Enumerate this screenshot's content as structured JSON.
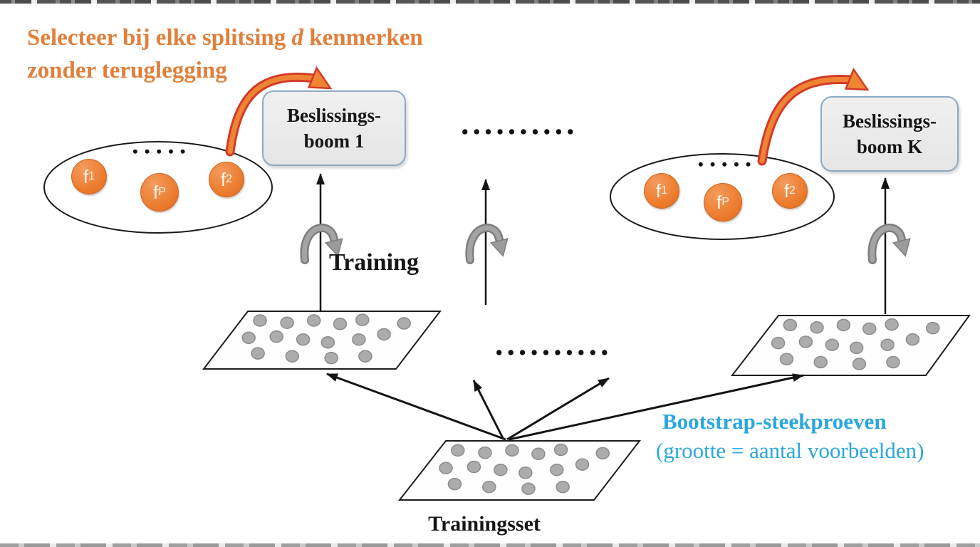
{
  "heading": {
    "line1_pre": "Selecteer bij elke splitsing ",
    "line1_em": "d",
    "line1_post": " kenmerken",
    "line2": "zonder teruglegging"
  },
  "boxes": {
    "tree1": {
      "line1": "Beslissings-",
      "line2": "boom 1"
    },
    "treeK": {
      "line1": "Beslissings-",
      "line2": "boom K"
    }
  },
  "features_left": {
    "dots": "•••••",
    "f1": {
      "base": "f",
      "sub": "1"
    },
    "fp": {
      "base": "f",
      "sub": "P"
    },
    "f2": {
      "base": "f",
      "sub": "2"
    }
  },
  "features_right": {
    "dots": "•••••",
    "f1": {
      "base": "f",
      "sub": "1"
    },
    "fp": {
      "base": "f",
      "sub": "P"
    },
    "f2": {
      "base": "f",
      "sub": "2"
    }
  },
  "dots_row_top": "••••••••••",
  "dots_row_mid": "••••••••••",
  "labels": {
    "training": "Training",
    "trainingsset": "Trainingsset"
  },
  "bootstrap": {
    "line1": "Bootstrap-steekproeven",
    "line2": "(grootte = aantal voorbeelden)"
  },
  "colors": {
    "heading_orange": "#E0803C",
    "bootstrap_blue": "#2BA7DC",
    "box_fill": "#EBEBEB",
    "box_border": "#8FA9C0",
    "feature_circle_orange": "#EC7C2E",
    "curved_arrow_red": "#D23A28",
    "curved_arrow_orange": "#EF8434",
    "loop_arrow_gray": "#8E8E8E",
    "sample_dot_gray": "#ACACAC"
  }
}
